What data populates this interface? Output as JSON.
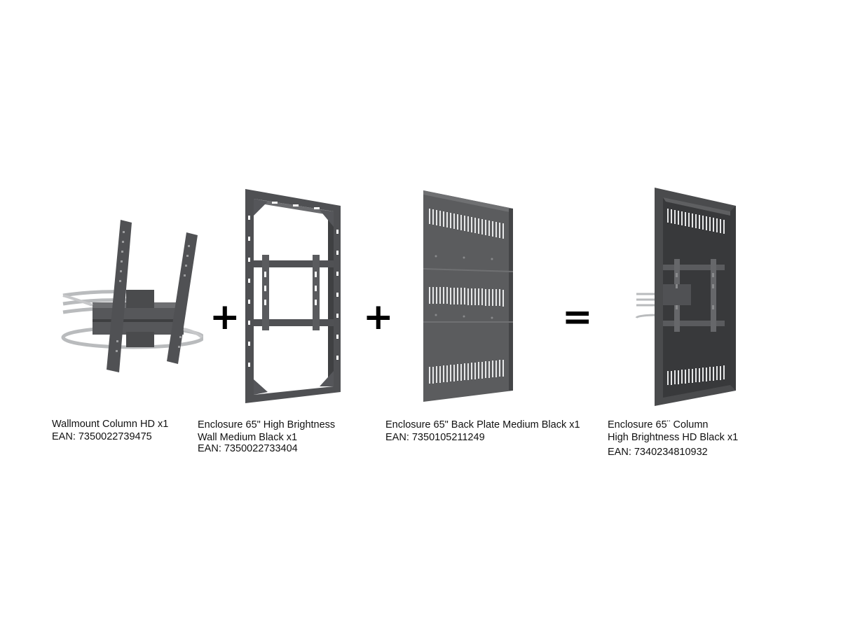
{
  "operators": {
    "plus_1": "+",
    "plus_2": "+",
    "equals": "="
  },
  "products": [
    {
      "name_lines": [
        "Wallmount Column HD x1"
      ],
      "ean": "EAN: 7350022739475",
      "image": "column-wall-mount-bracket"
    },
    {
      "name_lines": [
        "Enclosure 65\" High Brightness",
        "Wall Medium Black x1"
      ],
      "ean": "EAN: 7350022733404",
      "image": "enclosure-frame"
    },
    {
      "name_lines": [
        "Enclosure 65\" Back Plate Medium Black x1"
      ],
      "ean": "EAN: 7350105211249",
      "image": "enclosure-back-plate"
    },
    {
      "name_lines": [
        "Enclosure 65¨ Column",
        "High Brightness HD Black x1"
      ],
      "ean": "EAN: 7340234810932",
      "image": "assembled-column-enclosure"
    }
  ],
  "colors": {
    "background": "#ffffff",
    "metal_dark": "#4a4b4d",
    "metal_mid": "#5b5c5e",
    "metal_light": "#7a7b7d",
    "band_silver": "#b9bbbd",
    "text": "#111111"
  }
}
